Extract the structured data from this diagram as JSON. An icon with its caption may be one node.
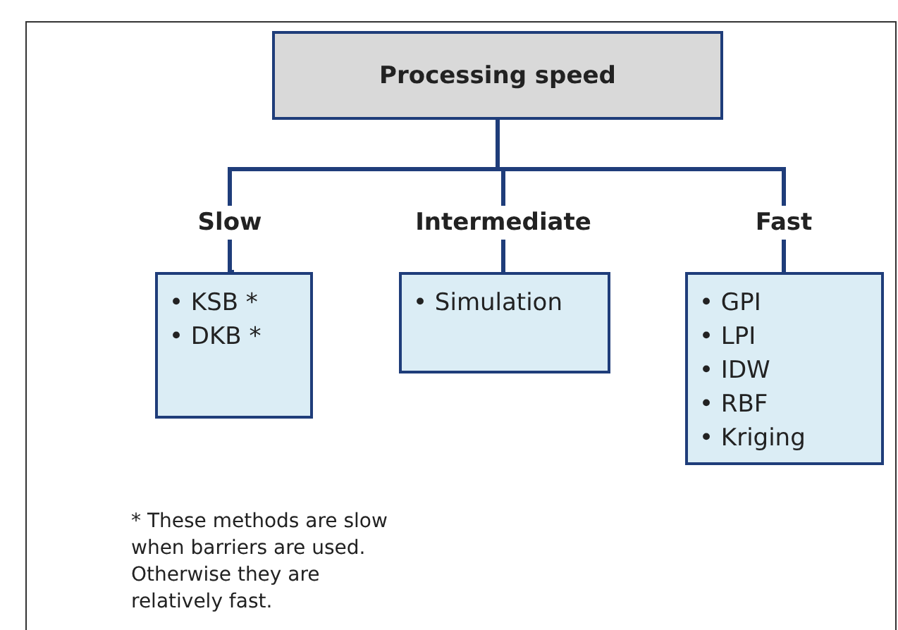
{
  "diagram": {
    "nodes": [
      {
        "text": [
          "Processing speed"
        ]
      },
      {
        "text": [
          "Slow"
        ]
      },
      {
        "text": [
          "Intermediate"
        ]
      },
      {
        "text": [
          "Fast"
        ]
      },
      {
        "text": [
          "• KSB *",
          "• DKB *"
        ]
      },
      {
        "text": [
          "• Simulation"
        ]
      },
      {
        "text": [
          "• GPI",
          "• LPI",
          "• IDW",
          "• RBF",
          "• Kriging"
        ]
      }
    ],
    "edges": [
      {
        "from": 0,
        "to": 1,
        "arrow": "none"
      },
      {
        "from": 0,
        "to": 2,
        "arrow": "none"
      },
      {
        "from": 0,
        "to": 3,
        "arrow": "none"
      },
      {
        "from": 1,
        "to": 4,
        "arrow": "none"
      },
      {
        "from": 2,
        "to": 5,
        "arrow": "none"
      },
      {
        "from": 3,
        "to": 6,
        "arrow": "none"
      }
    ],
    "labels": [
      "* These methods are slow when barriers are used.  Otherwise they are relatively fast."
    ]
  }
}
